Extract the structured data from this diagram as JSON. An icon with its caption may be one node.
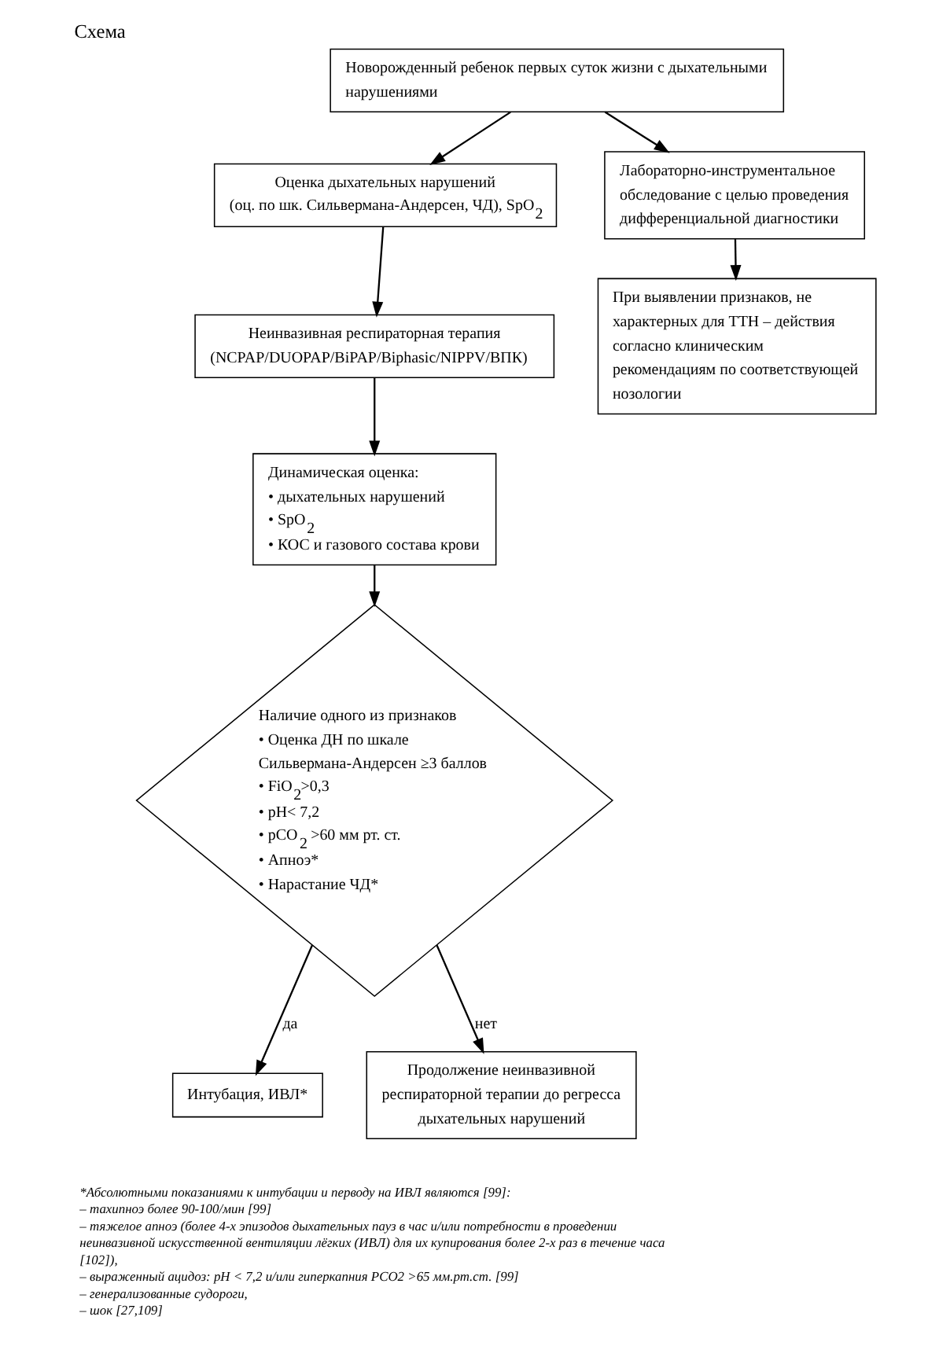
{
  "diagram": {
    "title": "Схема",
    "nodes": [
      {
        "text": [
          "Новорожденный ребенок первых суток жизни с дыхательными нарушениями"
        ]
      },
      {
        "text": [
          "Оценка дыхательных нарушений",
          "(оц. по шк. Сильвермана-Андерсен, ЧД), SpO$_{2}$"
        ]
      },
      {
        "text": [
          "Неинвазивная респираторная терапия",
          "(NCPAP/DUOPAP/BiPAP/Biphasic/NIPPV/ВПК)"
        ]
      },
      {
        "text": [
          "Динамическая оценка:",
          "• дыхательных нарушений",
          "• SpO$_{2}$",
          "• КОС и газового состава крови"
        ]
      },
      {
        "text": [
          "Наличие одного из признаков",
          "• Оценка ДН по шкале Сильвермана-Андерсен ≥3 баллов",
          "• FiO$_{2}$>0,3",
          "• pH< 7,2",
          "• pCO$_{2}$ >60 мм рт. ст.",
          "• Апноэ*",
          "• Нарастание ЧД*"
        ]
      },
      {
        "text": [
          "Интубация, ИВЛ*"
        ]
      },
      {
        "text": [
          "Продолжение неинвазивной респираторной терапии до регресса дыхательных нарушений"
        ]
      },
      {
        "text": [
          "Лабораторно-инструментальное обследование с целью проведения дифференциальной диагностики"
        ]
      },
      {
        "text": [
          "При выявлении признаков, не характерных для ТТН – действия согласно клиническим рекомендациям по соответствующей нозологии"
        ]
      }
    ],
    "edges": [
      {
        "from": 0,
        "to": 1,
        "arrow": "to"
      },
      {
        "from": 0,
        "to": 7,
        "arrow": "to"
      },
      {
        "from": 1,
        "to": 2,
        "arrow": "to"
      },
      {
        "from": 2,
        "to": 3,
        "arrow": "to"
      },
      {
        "from": 3,
        "to": 4,
        "arrow": "to"
      },
      {
        "from": 4,
        "to": 5,
        "arrow": "to",
        "label": "да"
      },
      {
        "from": 4,
        "to": 6,
        "arrow": "to",
        "label": "нет"
      },
      {
        "from": 7,
        "to": 8,
        "arrow": "to"
      }
    ],
    "labels": [
      "*Абсолютными показаниями к интубации и перводу на ИВЛ являются [99]:",
      "– тахипноэ более 90-100/мин [99]",
      "– тяжелое апноэ (более 4-х эпизодов дыхательных пауз в час и/или потребности в проведении неинвазивной искусственной вентиляции лёгких (ИВЛ) для их купирования более 2-х раз в течение часа [102]),",
      "– выраженный ацидоз: pH < 7,2 и/или гиперкапния PCO2 >65 мм.рт.ст. [99]",
      "– генерализованные судороги,",
      "– шок [27,109]"
    ]
  }
}
